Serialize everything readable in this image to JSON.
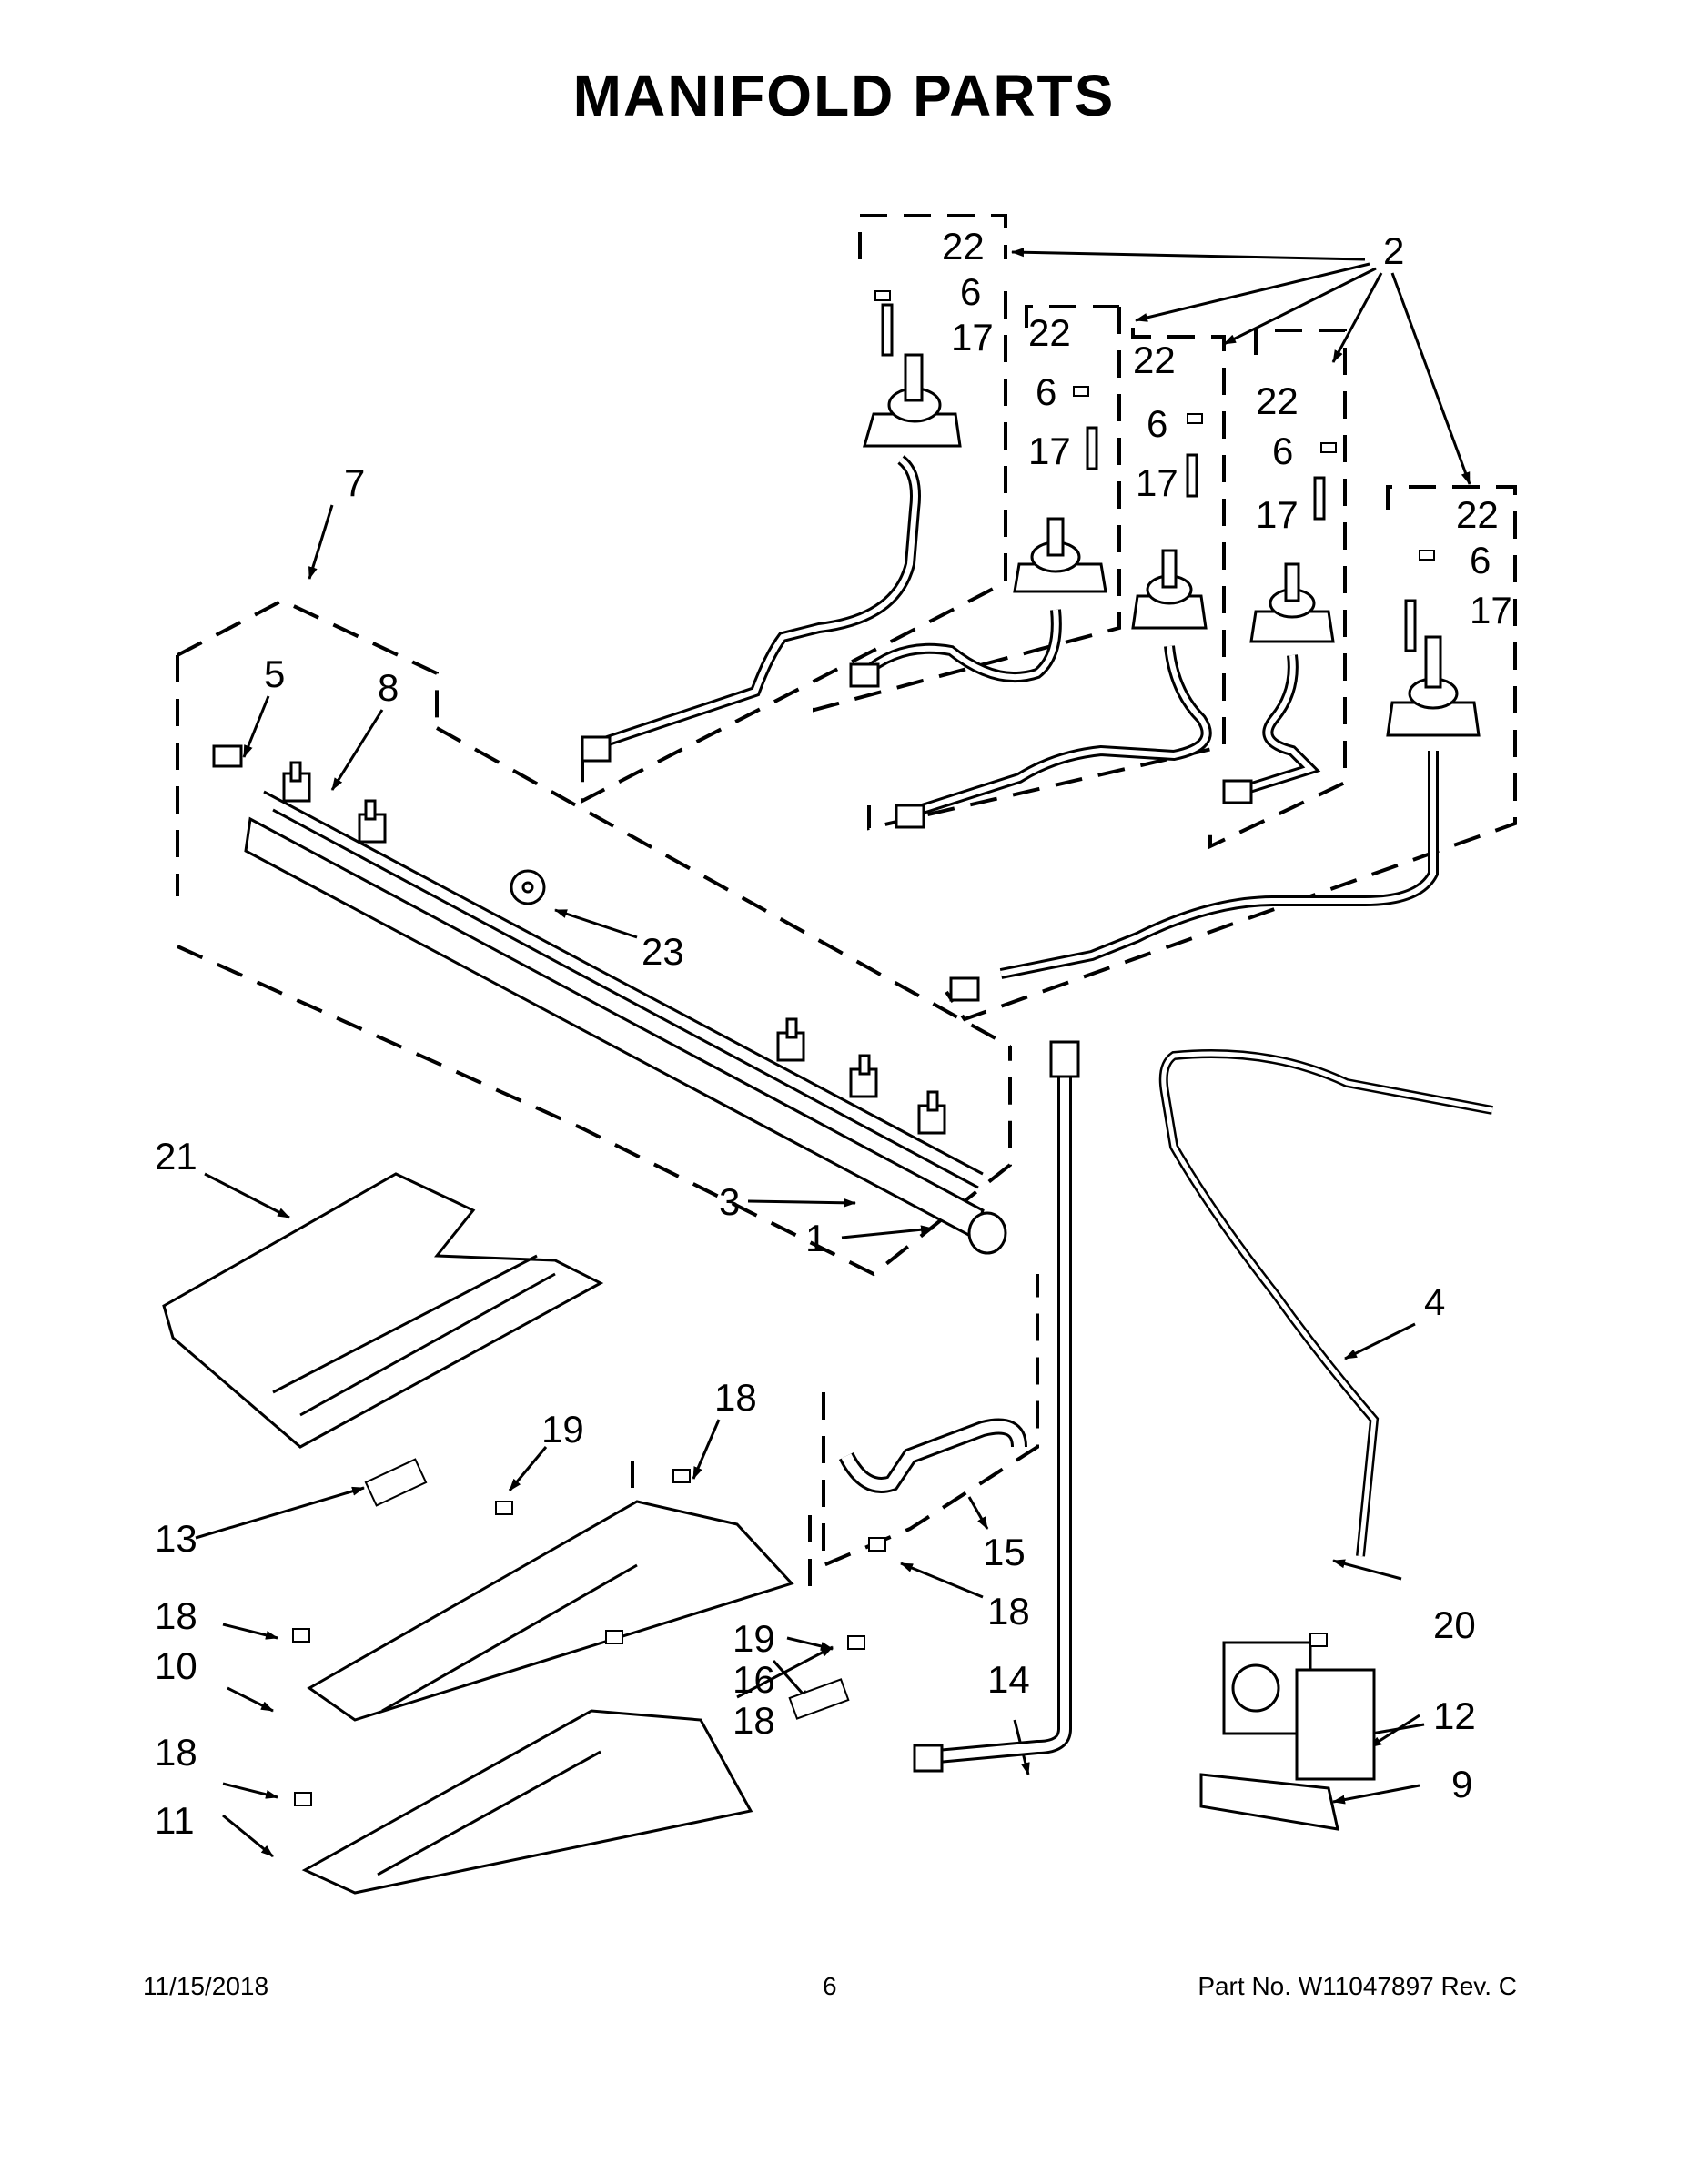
{
  "title": "MANIFOLD PARTS",
  "callouts": {
    "c1": "1",
    "c2": "2",
    "c3": "3",
    "c4": "4",
    "c5": "5",
    "c6": "6",
    "c7": "7",
    "c8": "8",
    "c9": "9",
    "c10": "10",
    "c11": "11",
    "c12": "12",
    "c13": "13",
    "c14": "14",
    "c15": "15",
    "c16": "16",
    "c17": "17",
    "c18": "18",
    "c19": "19",
    "c20": "20",
    "c21": "21",
    "c22": "22",
    "c23": "23"
  },
  "footer": {
    "date": "11/15/2018",
    "page": "6",
    "part": "Part No.  W11047897  Rev.  C"
  }
}
